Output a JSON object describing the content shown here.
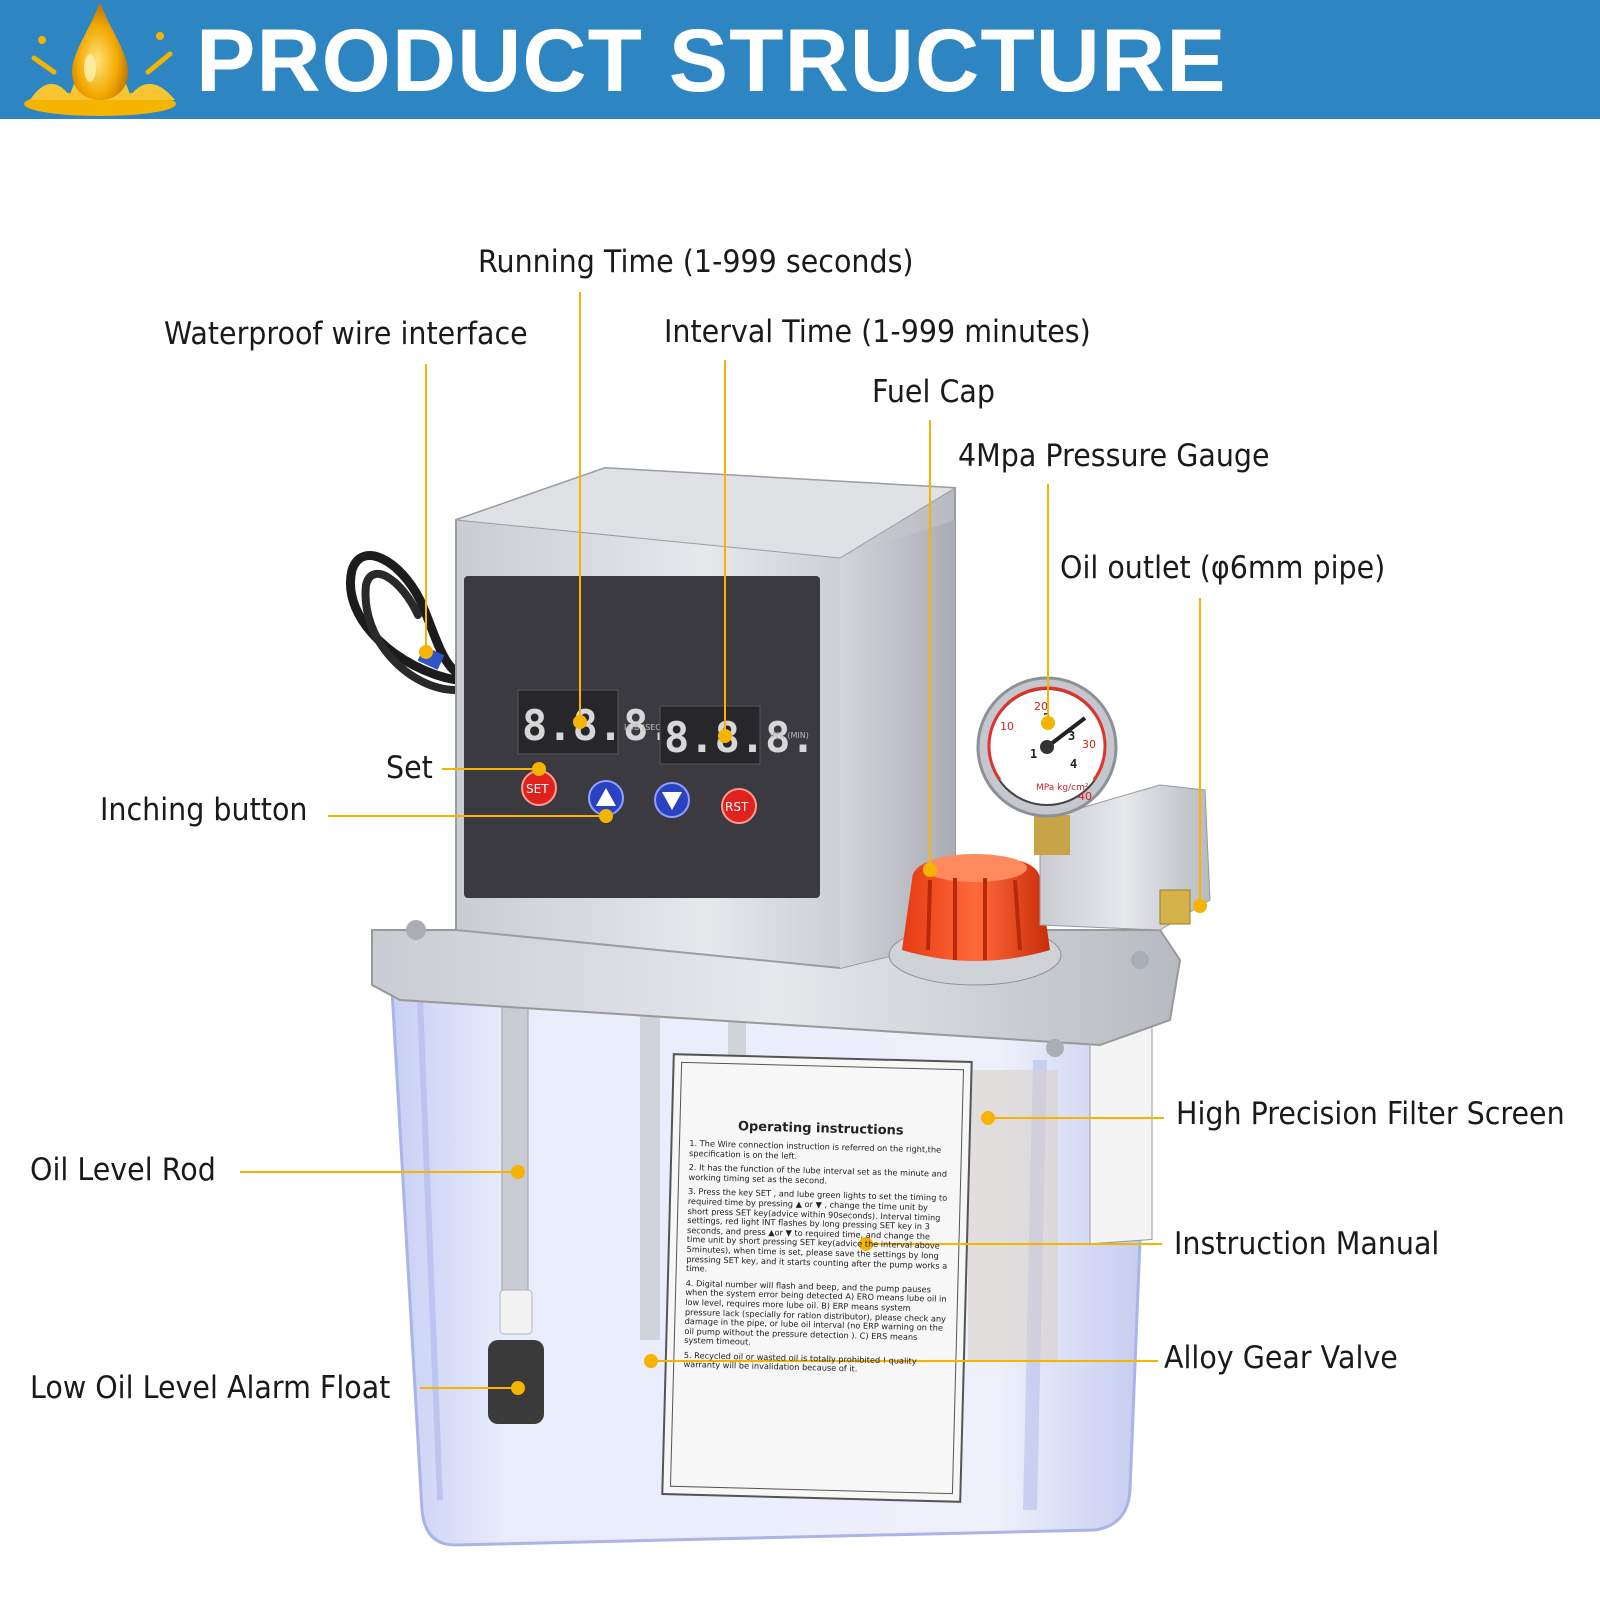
{
  "header": {
    "title": "PRODUCT STRUCTURE",
    "logo_icon": "oil-drop-splash-icon",
    "background_color": "#2d86c2",
    "accent_color": "#f5b400"
  },
  "callouts": {
    "running_time": "Running Time (1-999 seconds)",
    "waterproof_wire": "Waterproof wire interface",
    "interval_time": "Interval Time (1-999 minutes)",
    "fuel_cap": "Fuel Cap",
    "pressure_gauge": "4Mpa Pressure Gauge",
    "oil_outlet": "Oil outlet (φ6mm pipe)",
    "set": "Set",
    "inching_button": "Inching button",
    "filter_screen": "High Precision Filter Screen",
    "oil_level_rod": "Oil Level Rod",
    "instruction_manual": "Instruction Manual",
    "alloy_gear_valve": "Alloy Gear Valve",
    "low_oil_alarm": "Low Oil Level Alarm Float"
  },
  "control_panel": {
    "lub_display": "8.8.8.",
    "lub_unit": "LUB\n(SEC)",
    "int_display": "8.8.8.",
    "int_unit": "INT.\n(MIN)",
    "set_button": "SET",
    "rst_button": "RST",
    "up_icon": "triangle-up-icon",
    "down_icon": "triangle-down-icon"
  },
  "gauge": {
    "unit": "MPa\nkg/cm²",
    "ticks": [
      "1",
      "2",
      "3",
      "4"
    ],
    "outer_ticks": [
      "10",
      "20",
      "30",
      "40"
    ]
  },
  "manual": {
    "title": "Operating instructions",
    "items": [
      "1. The Wire connection instruction is referred on the right,the specification is on the left.",
      "2. It has the function of the lube interval set as the minute and working timing set as the second.",
      "3. Press the key SET , and lube green lights to set the timing to required time by pressing ▲ or ▼ , change the time unit by short press SET key(advice within 90seconds). Interval timing settings, red light INT flashes by long pressing SET key in 3 seconds, and press ▲or ▼ to required time, and change the time unit by short pressing SET key(advice the interval above 5minutes), when time is set, please save the settings by long pressing SET key, and it starts counting after the pump works a time.",
      "4. Digital number will flash and beep, and the pump pauses when the system error being detected A) ERO means lube oil in low level, requires more lube oil. B) ERP means system pressure lack (specially for ration distributor), please check any damage in the pipe, or lube oil interval (no ERP warning on the oil pump without the pressure detection ). C) ERS means system timeout.",
      "5. Recycled oil or wasted oil is totally prohibited ! quality warranty will be invalidation because of it."
    ]
  }
}
